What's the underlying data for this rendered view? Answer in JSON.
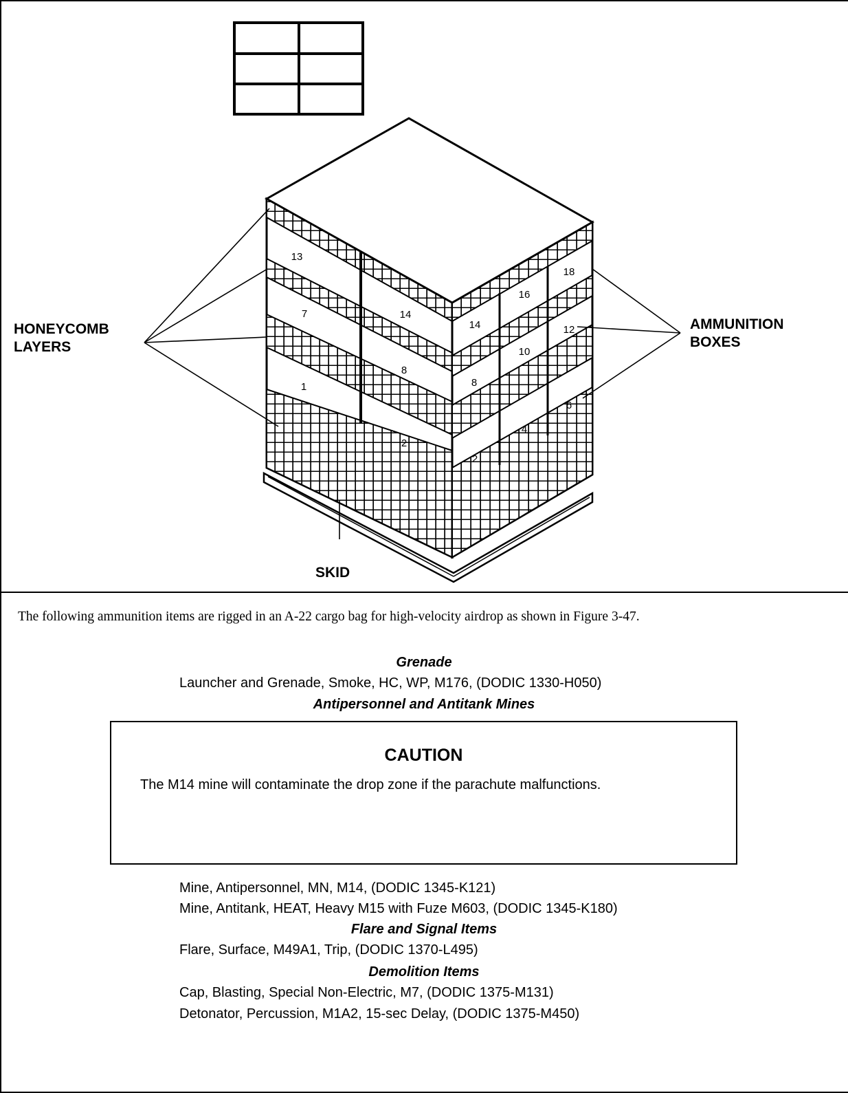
{
  "figure": {
    "callouts": {
      "honeycomb_line1": "HONEYCOMB",
      "honeycomb_line2": "LAYERS",
      "ammunition_line1": "AMMUNITION",
      "ammunition_line2": "BOXES",
      "skid": "SKID"
    },
    "front_box_numbers": [
      "13",
      "14",
      "7",
      "8",
      "1",
      "2"
    ],
    "side_box_numbers": [
      "18",
      "16",
      "14",
      "12",
      "10",
      "8",
      "6",
      "4",
      "2"
    ]
  },
  "intro_text": "The following ammunition items are rigged in an A-22 cargo bag for high-velocity airdrop as shown in Figure 3-47.",
  "sections": {
    "grenade": {
      "heading": "Grenade",
      "items": [
        "Launcher and Grenade, Smoke, HC, WP, M176, (DODIC 1330-H050)"
      ]
    },
    "mines": {
      "heading": "Antipersonnel and Antitank Mines",
      "caution_title": "CAUTION",
      "caution_text": "The M14 mine will contaminate the drop zone if the parachute malfunctions.",
      "items": [
        "Mine, Antipersonnel, MN, M14, (DODIC 1345-K121)",
        "Mine, Antitank, HEAT, Heavy M15 with Fuze M603, (DODIC 1345-K180)"
      ]
    },
    "flare": {
      "heading": "Flare and Signal Items",
      "items": [
        "Flare, Surface, M49A1, Trip, (DODIC 1370-L495)"
      ]
    },
    "demolition": {
      "heading": "Demolition Items",
      "items": [
        "Cap, Blasting, Special Non-Electric, M7, (DODIC 1375-M131)",
        "Detonator, Percussion, M1A2, 15-sec Delay, (DODIC 1375-M450)"
      ]
    }
  }
}
